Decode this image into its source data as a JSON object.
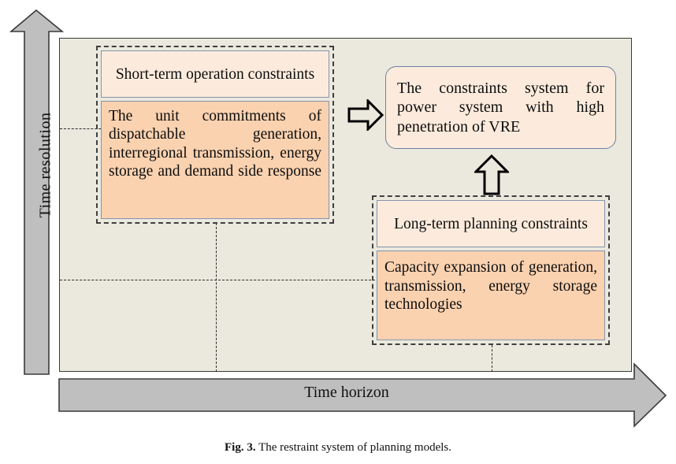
{
  "figure": {
    "caption_label": "Fig. 3.",
    "caption_text": "The restraint system of planning models.",
    "background": "#ffffff",
    "plot_background": "#EBE9DE"
  },
  "axes": {
    "vertical": {
      "label": "Time  resolution",
      "direction": "up",
      "color": "#BFBFBF"
    },
    "horizontal": {
      "label": "Time horizon",
      "direction": "right",
      "color": "#BFBFBF"
    }
  },
  "clusters": [
    {
      "id": "short-term",
      "title": "Short-term operation constraints",
      "body": "The unit commitments of dispatchable generation, interregional transmission, energy storage and demand side response",
      "title_fill": "#FCEBDC",
      "body_fill": "#FAD2B0",
      "border": "#8494ad"
    },
    {
      "id": "long-term",
      "title": "Long-term planning constraints",
      "body": "Capacity expansion of generation, transmission, energy storage technologies",
      "title_fill": "#FCEBDC",
      "body_fill": "#FAD2B0",
      "border": "#8494ad"
    }
  ],
  "summary": {
    "text": "The constraints system for power system with high penetration of VRE",
    "fill": "#FCEBDC",
    "border": "#6b7fa3"
  },
  "connectors": [
    {
      "id": "short-term-to-summary",
      "icon": "arrow-right-icon",
      "direction": "right"
    },
    {
      "id": "long-term-to-summary",
      "icon": "arrow-up-icon",
      "direction": "up"
    }
  ],
  "guides": {
    "horizontal": [
      {
        "id": "guide-h-upper"
      },
      {
        "id": "guide-h-lower"
      }
    ],
    "vertical": [
      {
        "id": "guide-v-left"
      },
      {
        "id": "guide-v-right"
      }
    ]
  }
}
